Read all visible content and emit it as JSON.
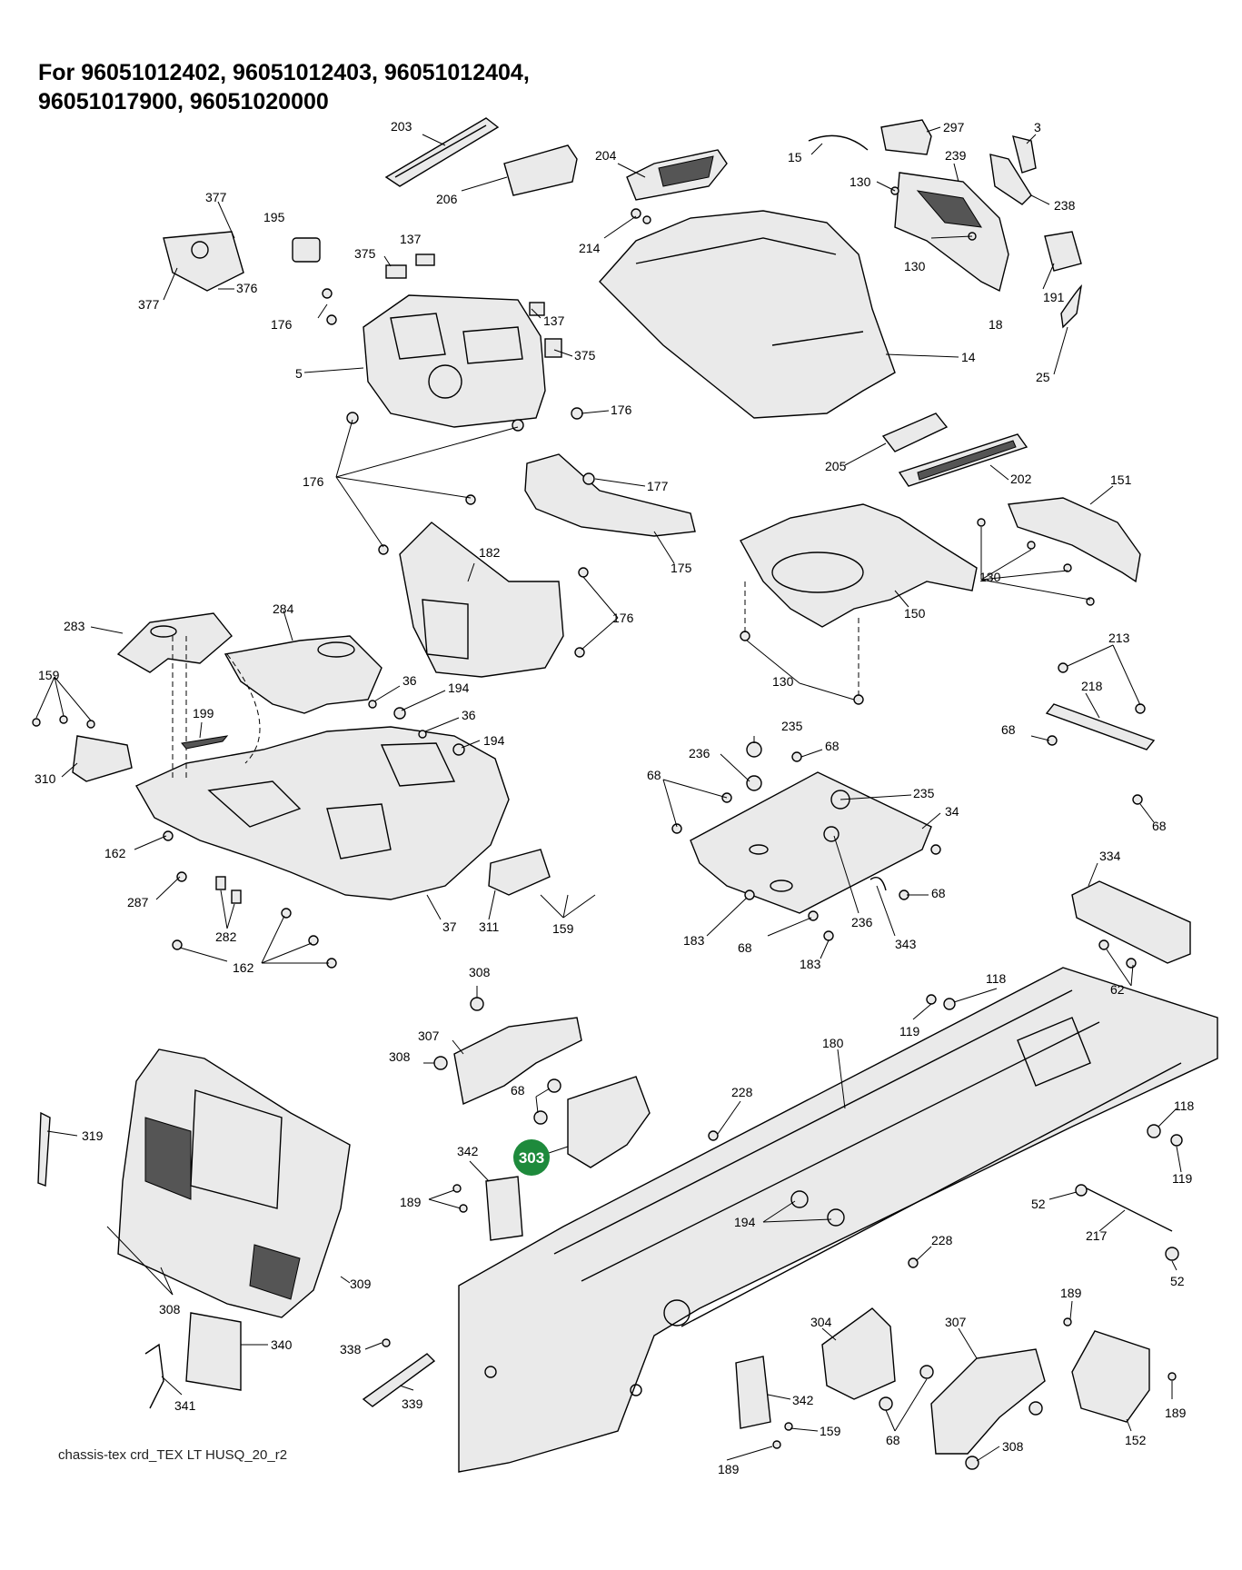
{
  "title_lines": [
    "For 96051012402, 96051012403, 96051012404,",
    "96051017900, 96051020000"
  ],
  "footer": "chassis-tex crd_TEX LT HUSQ_20_r2",
  "highlight": {
    "label": "303",
    "color": "#1e8a3c"
  },
  "callouts": [
    {
      "id": "c203",
      "label": "203"
    },
    {
      "id": "c206",
      "label": "206"
    },
    {
      "id": "c204",
      "label": "204"
    },
    {
      "id": "c214",
      "label": "214"
    },
    {
      "id": "c15",
      "label": "15"
    },
    {
      "id": "c297",
      "label": "297"
    },
    {
      "id": "c3",
      "label": "3"
    },
    {
      "id": "c239",
      "label": "239"
    },
    {
      "id": "c238",
      "label": "238"
    },
    {
      "id": "c130a",
      "label": "130"
    },
    {
      "id": "c130b",
      "label": "130"
    },
    {
      "id": "c191",
      "label": "191"
    },
    {
      "id": "c18",
      "label": "18"
    },
    {
      "id": "c25",
      "label": "25"
    },
    {
      "id": "c14",
      "label": "14"
    },
    {
      "id": "c377a",
      "label": "377"
    },
    {
      "id": "c377b",
      "label": "377"
    },
    {
      "id": "c376",
      "label": "376"
    },
    {
      "id": "c195",
      "label": "195"
    },
    {
      "id": "c375a",
      "label": "375"
    },
    {
      "id": "c137a",
      "label": "137"
    },
    {
      "id": "c137b",
      "label": "137"
    },
    {
      "id": "c375b",
      "label": "375"
    },
    {
      "id": "c176a",
      "label": "176"
    },
    {
      "id": "c5",
      "label": "5"
    },
    {
      "id": "c176b",
      "label": "176"
    },
    {
      "id": "c176c",
      "label": "176"
    },
    {
      "id": "c177",
      "label": "177"
    },
    {
      "id": "c175",
      "label": "175"
    },
    {
      "id": "c182",
      "label": "182"
    },
    {
      "id": "c176d",
      "label": "176"
    },
    {
      "id": "c205",
      "label": "205"
    },
    {
      "id": "c202",
      "label": "202"
    },
    {
      "id": "c151",
      "label": "151"
    },
    {
      "id": "c130c",
      "label": "130"
    },
    {
      "id": "c150",
      "label": "150"
    },
    {
      "id": "c130d",
      "label": "130"
    },
    {
      "id": "c283",
      "label": "283"
    },
    {
      "id": "c284",
      "label": "284"
    },
    {
      "id": "c159a",
      "label": "159"
    },
    {
      "id": "c36a",
      "label": "36"
    },
    {
      "id": "c194a",
      "label": "194"
    },
    {
      "id": "c199",
      "label": "199"
    },
    {
      "id": "c36b",
      "label": "36"
    },
    {
      "id": "c194b",
      "label": "194"
    },
    {
      "id": "c310",
      "label": "310"
    },
    {
      "id": "c162a",
      "label": "162"
    },
    {
      "id": "c287",
      "label": "287"
    },
    {
      "id": "c282",
      "label": "282"
    },
    {
      "id": "c162b",
      "label": "162"
    },
    {
      "id": "c37",
      "label": "37"
    },
    {
      "id": "c311",
      "label": "311"
    },
    {
      "id": "c159b",
      "label": "159"
    },
    {
      "id": "c235a",
      "label": "235"
    },
    {
      "id": "c236a",
      "label": "236"
    },
    {
      "id": "c68a",
      "label": "68"
    },
    {
      "id": "c68b",
      "label": "68"
    },
    {
      "id": "c235b",
      "label": "235"
    },
    {
      "id": "c34",
      "label": "34"
    },
    {
      "id": "c68c",
      "label": "68"
    },
    {
      "id": "c183a",
      "label": "183"
    },
    {
      "id": "c68d",
      "label": "68"
    },
    {
      "id": "c236b",
      "label": "236"
    },
    {
      "id": "c343",
      "label": "343"
    },
    {
      "id": "c183b",
      "label": "183"
    },
    {
      "id": "c213",
      "label": "213"
    },
    {
      "id": "c218",
      "label": "218"
    },
    {
      "id": "c68e",
      "label": "68"
    },
    {
      "id": "c68f",
      "label": "68"
    },
    {
      "id": "c334",
      "label": "334"
    },
    {
      "id": "c62",
      "label": "62"
    },
    {
      "id": "c308a",
      "label": "308"
    },
    {
      "id": "c307a",
      "label": "307"
    },
    {
      "id": "c308b",
      "label": "308"
    },
    {
      "id": "c68g",
      "label": "68"
    },
    {
      "id": "c342a",
      "label": "342"
    },
    {
      "id": "c189a",
      "label": "189"
    },
    {
      "id": "c228a",
      "label": "228"
    },
    {
      "id": "c180",
      "label": "180"
    },
    {
      "id": "c118a",
      "label": "118"
    },
    {
      "id": "c119a",
      "label": "119"
    },
    {
      "id": "c118b",
      "label": "118"
    },
    {
      "id": "c119b",
      "label": "119"
    },
    {
      "id": "c52a",
      "label": "52"
    },
    {
      "id": "c217",
      "label": "217"
    },
    {
      "id": "c52b",
      "label": "52"
    },
    {
      "id": "c194c",
      "label": "194"
    },
    {
      "id": "c228b",
      "label": "228"
    },
    {
      "id": "c319",
      "label": "319"
    },
    {
      "id": "c309",
      "label": "309"
    },
    {
      "id": "c308c",
      "label": "308"
    },
    {
      "id": "c340",
      "label": "340"
    },
    {
      "id": "c341",
      "label": "341"
    },
    {
      "id": "c338",
      "label": "338"
    },
    {
      "id": "c339",
      "label": "339"
    },
    {
      "id": "c304",
      "label": "304"
    },
    {
      "id": "c307b",
      "label": "307"
    },
    {
      "id": "c342b",
      "label": "342"
    },
    {
      "id": "c68h",
      "label": "68"
    },
    {
      "id": "c159c",
      "label": "159"
    },
    {
      "id": "c308d",
      "label": "308"
    },
    {
      "id": "c189b",
      "label": "189"
    },
    {
      "id": "c189c",
      "label": "189"
    },
    {
      "id": "c189d",
      "label": "189"
    },
    {
      "id": "c152",
      "label": "152"
    }
  ]
}
